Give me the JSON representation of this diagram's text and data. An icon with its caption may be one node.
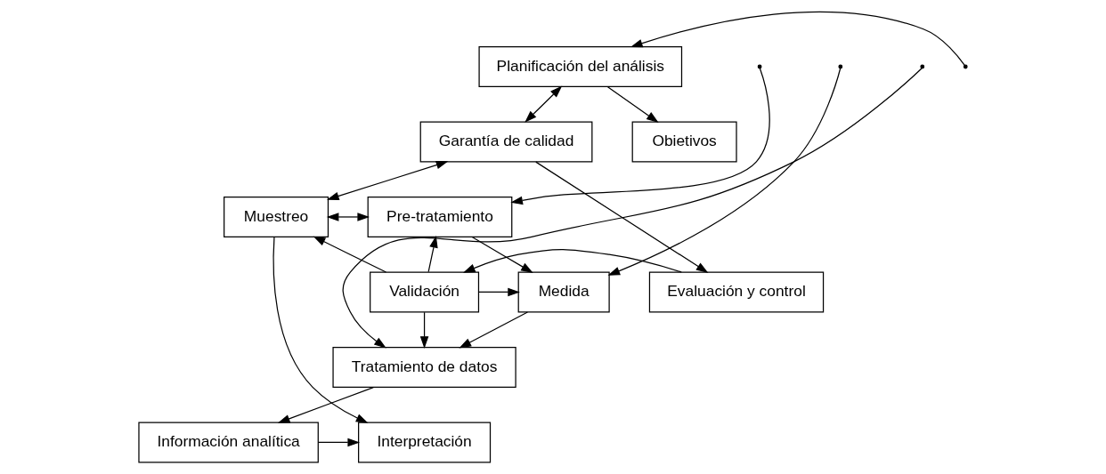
{
  "diagram": {
    "nodes": [
      {
        "text": [
          "Planificación del análisis"
        ]
      },
      {
        "text": [
          "Obietivos"
        ]
      },
      {
        "text": [
          "Garantía de calidad"
        ]
      },
      {
        "text": [
          "Muestreo"
        ]
      },
      {
        "text": [
          "Pre-tratamiento"
        ]
      },
      {
        "text": [
          "Evaluación y control"
        ]
      },
      {
        "text": [
          "Validación"
        ]
      },
      {
        "text": [
          "Medida"
        ]
      },
      {
        "text": [
          "Tratamiento de datos"
        ]
      },
      {
        "text": [
          "Interpretación"
        ]
      },
      {
        "text": [
          "Información analítica"
        ]
      }
    ],
    "edges": [
      {
        "from": 0,
        "to": 1,
        "arrow": "to"
      },
      {
        "from": 0,
        "to": 2,
        "arrow": "both"
      },
      {
        "from": 2,
        "to": 3,
        "arrow": "both"
      },
      {
        "from": 3,
        "to": 4,
        "arrow": "both"
      },
      {
        "from": 2,
        "to": 5,
        "arrow": "to"
      },
      {
        "from": 5,
        "to": 6,
        "arrow": "to"
      },
      {
        "from": 6,
        "to": 3,
        "arrow": "to"
      },
      {
        "from": 6,
        "to": 4,
        "arrow": "to"
      },
      {
        "from": 6,
        "to": 7,
        "arrow": "to"
      },
      {
        "from": 6,
        "to": 8,
        "arrow": "to"
      },
      {
        "from": 3,
        "to": 9,
        "arrow": "to"
      },
      {
        "from": 4,
        "to": 7,
        "arrow": "to"
      },
      {
        "from": 7,
        "to": 8,
        "arrow": "to"
      },
      {
        "from": 8,
        "to": 10,
        "arrow": "to"
      },
      {
        "from": 10,
        "to": 9,
        "arrow": "to"
      },
      {
        "from": null,
        "to": 0,
        "arrow": "to"
      },
      {
        "from": null,
        "to": 4,
        "arrow": "to"
      },
      {
        "from": null,
        "to": 7,
        "arrow": "to"
      },
      {
        "from": null,
        "to": 8,
        "arrow": "to"
      }
    ]
  }
}
